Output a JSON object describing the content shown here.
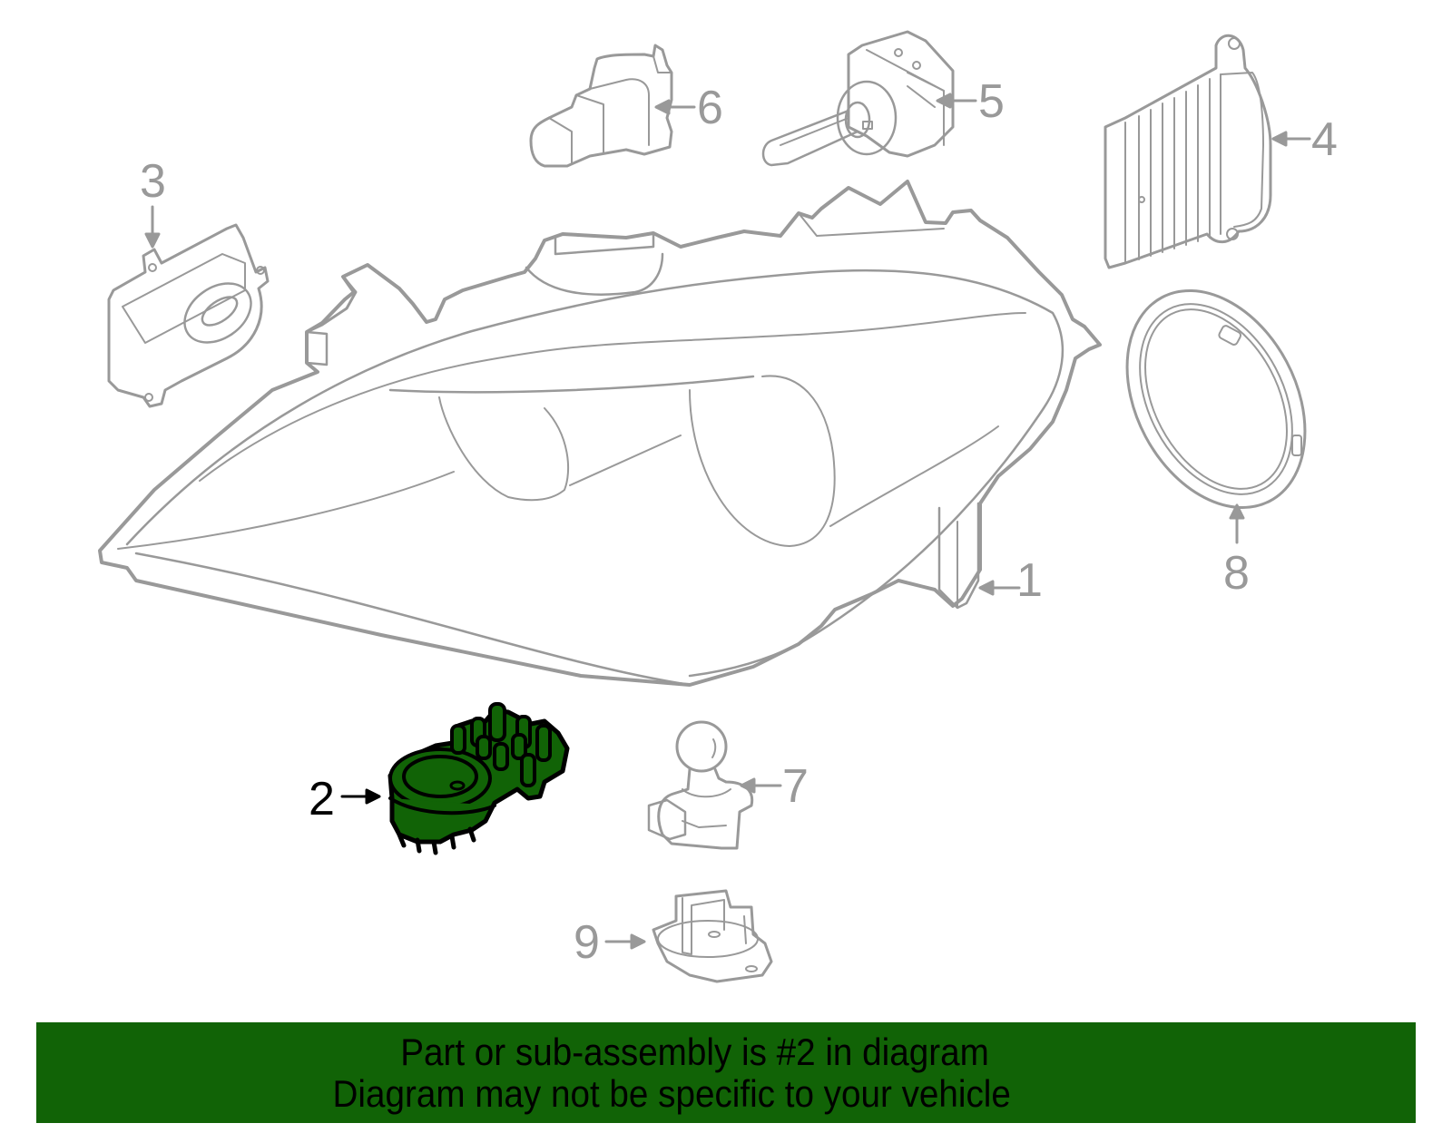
{
  "diagram": {
    "subject": "Headlamp assembly exploded parts diagram",
    "highlight_color": "#116306",
    "line_color": "#999999",
    "callouts": [
      {
        "id": "1",
        "label": "1",
        "part": "headlamp-housing",
        "highlighted": false
      },
      {
        "id": "2",
        "label": "2",
        "part": "control-module",
        "highlighted": true
      },
      {
        "id": "3",
        "label": "3",
        "part": "ballast-module",
        "highlighted": false
      },
      {
        "id": "4",
        "label": "4",
        "part": "ballast-heatsink-module",
        "highlighted": false
      },
      {
        "id": "5",
        "label": "5",
        "part": "xenon-bulb",
        "highlighted": false
      },
      {
        "id": "6",
        "label": "6",
        "part": "bulb-socket",
        "highlighted": false
      },
      {
        "id": "7",
        "label": "7",
        "part": "turn-signal-bulb-socket",
        "highlighted": false
      },
      {
        "id": "8",
        "label": "8",
        "part": "seal-ring",
        "highlighted": false
      },
      {
        "id": "9",
        "label": "9",
        "part": "bulb-holder",
        "highlighted": false
      }
    ]
  },
  "banner": {
    "background": "#116306",
    "line1": "Part or sub-assembly is #2 in diagram",
    "line2": "Diagram may not be specific to your vehicle"
  }
}
